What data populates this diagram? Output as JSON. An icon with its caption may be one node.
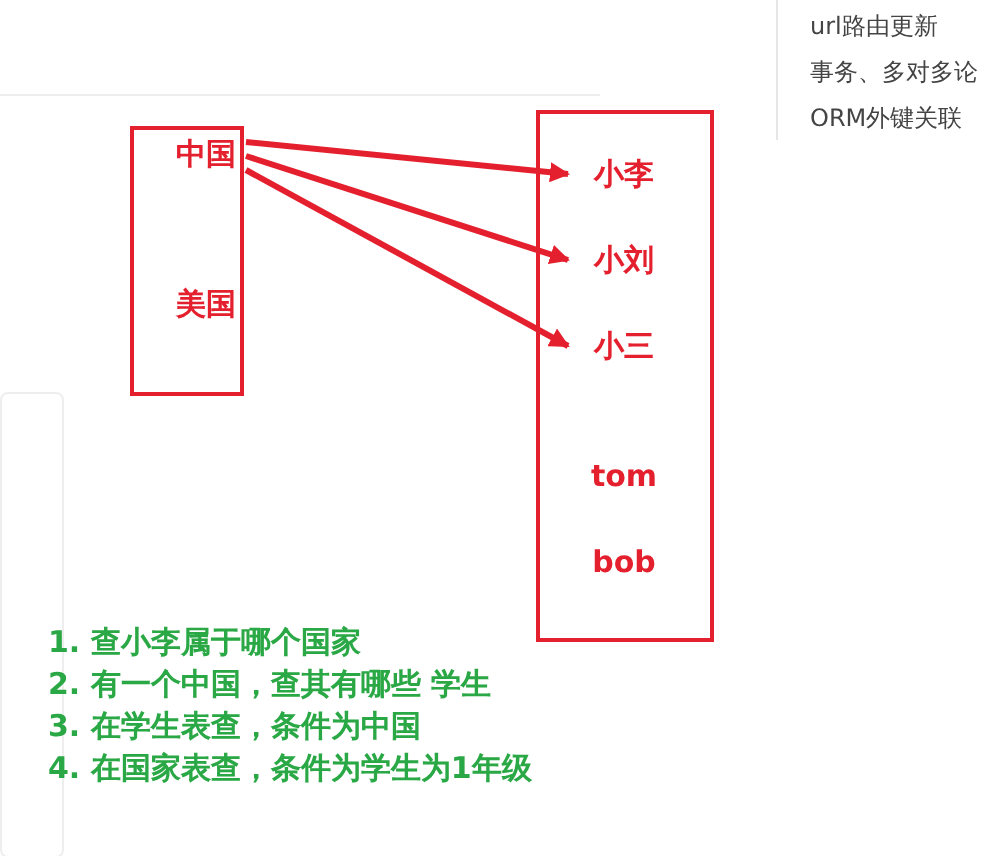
{
  "diagram": {
    "nodes": [
      {
        "text": [],
        "shape": "box"
      },
      {
        "text": [
          "中国"
        ],
        "in": 0
      },
      {
        "text": [
          "美国"
        ],
        "in": 0
      },
      {
        "text": [],
        "shape": "box"
      },
      {
        "text": [
          "小李"
        ],
        "in": 3
      },
      {
        "text": [
          "小刘"
        ],
        "in": 3
      },
      {
        "text": [
          "小三"
        ],
        "in": 3
      },
      {
        "text": [
          "tom"
        ],
        "in": 3
      },
      {
        "text": [
          "bob"
        ],
        "in": 3
      }
    ],
    "edges": [
      {
        "from": 1,
        "to": 4,
        "arrow": "to"
      },
      {
        "from": 1,
        "to": 5,
        "arrow": "to"
      },
      {
        "from": 1,
        "to": 6,
        "arrow": "to"
      }
    ],
    "labels": [
      "url路由更新",
      "事务、多对多论",
      "ORM外键关联",
      "1. 查小李属于哪个国家",
      "2. 有一个中国，查其有哪些 学生",
      "3. 在学生表查，条件为中国",
      "4. 在国家表查，条件为学生为1年级"
    ]
  }
}
